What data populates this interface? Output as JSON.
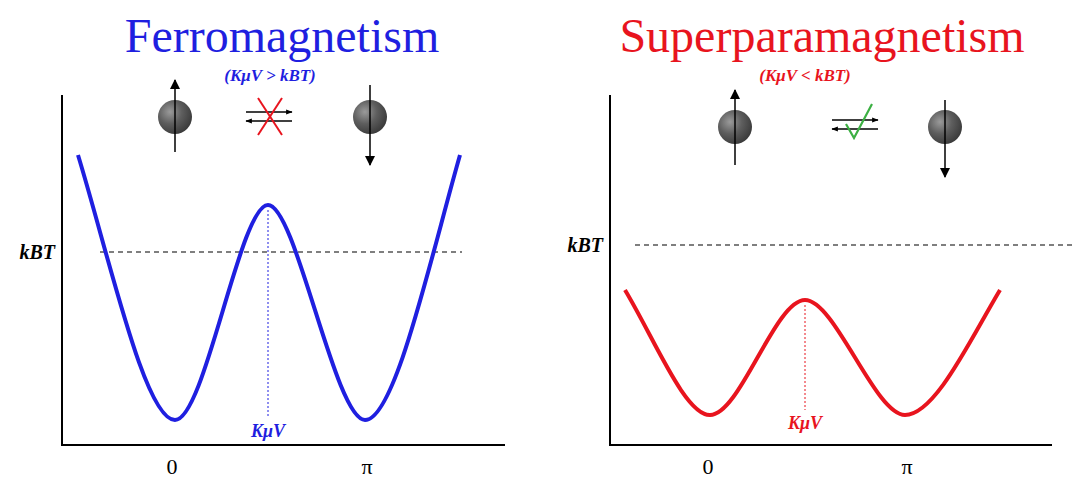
{
  "diagram": {
    "labels": [
      "Ferromagnetism",
      "(KμV > kBT)",
      "kBT",
      "KμV",
      "0",
      "π",
      "Superparamagnetism",
      "(KμV < kBT)",
      "kBT",
      "KμV",
      "0",
      "π"
    ]
  }
}
